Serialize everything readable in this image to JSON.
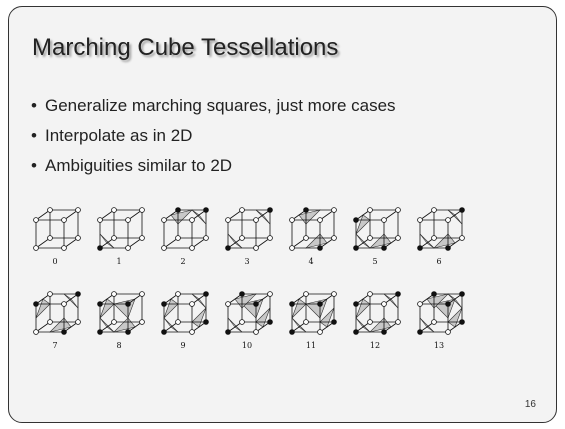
{
  "slide": {
    "title": "Marching Cube Tessellations",
    "bullets": [
      "Generalize marching squares, just more cases",
      "Interpolate as in 2D",
      "Ambiguities similar to 2D"
    ],
    "cases": [
      {
        "label": "0",
        "filled": []
      },
      {
        "label": "1",
        "filled": [
          0
        ]
      },
      {
        "label": "2",
        "filled": [
          6,
          7
        ]
      },
      {
        "label": "3",
        "filled": [
          0,
          6
        ]
      },
      {
        "label": "4",
        "filled": [
          1,
          7
        ]
      },
      {
        "label": "5",
        "filled": [
          0,
          1,
          3
        ]
      },
      {
        "label": "6",
        "filled": [
          0,
          1,
          6
        ]
      },
      {
        "label": "7",
        "filled": [
          1,
          3,
          6
        ]
      },
      {
        "label": "8",
        "filled": [
          0,
          1,
          2,
          3
        ]
      },
      {
        "label": "9",
        "filled": [
          0,
          3,
          5,
          6
        ]
      },
      {
        "label": "10",
        "filled": [
          0,
          2,
          5,
          7
        ]
      },
      {
        "label": "11",
        "filled": [
          0,
          2,
          3,
          5
        ]
      },
      {
        "label": "12",
        "filled": [
          0,
          1,
          3,
          6
        ]
      },
      {
        "label": "13",
        "filled": [
          0,
          2,
          5,
          6,
          7
        ]
      }
    ],
    "page_number": "16"
  },
  "colors": {
    "slide_background": "#f3f3f3",
    "border": "#333333",
    "text": "#222222",
    "triangle_fill": "#c8c8c8",
    "vertex_filled": "#111111",
    "vertex_empty": "#ffffff"
  }
}
